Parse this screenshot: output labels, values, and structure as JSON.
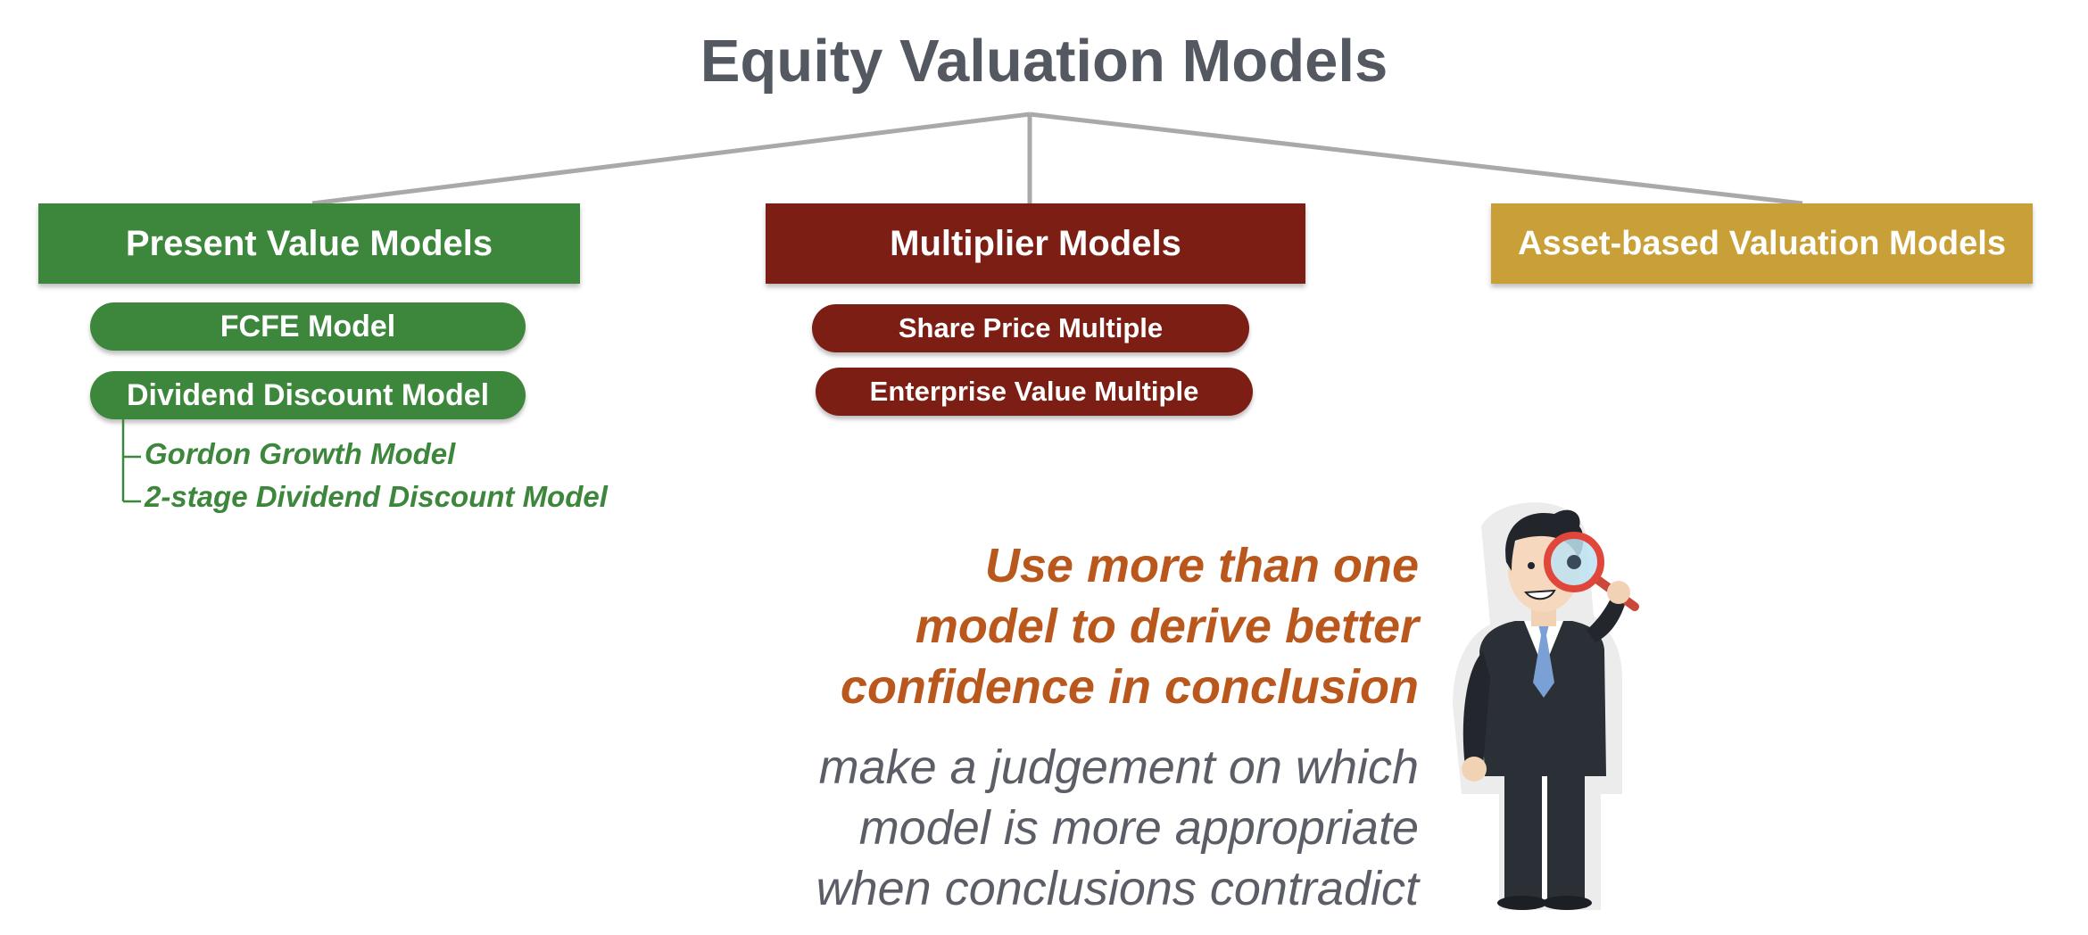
{
  "title": "Equity Valuation Models",
  "categories": [
    {
      "label": "Present Value Models",
      "color": "#3c873b",
      "models": [
        "FCFE Model",
        "Dividend Discount Model"
      ],
      "sub_models": [
        "Gordon Growth Model",
        "2-stage Dividend Discount Model"
      ]
    },
    {
      "label": "Multiplier Models",
      "color": "#7c1e14",
      "models": [
        "Share Price Multiple",
        "Enterprise Value Multiple"
      ]
    },
    {
      "label": "Asset-based Valuation Models",
      "color": "#c9a037",
      "models": []
    }
  ],
  "message": {
    "main_lines": [
      "Use more than one",
      "model to derive better",
      "confidence in conclusion"
    ],
    "sub_lines": [
      "make a judgement on which",
      "model is more appropriate",
      "when conclusions contradict"
    ],
    "main_color": "#b9571c",
    "sub_color": "#5b5e66"
  },
  "illustration": {
    "icon": "businessman-with-magnifying-glass-icon"
  }
}
